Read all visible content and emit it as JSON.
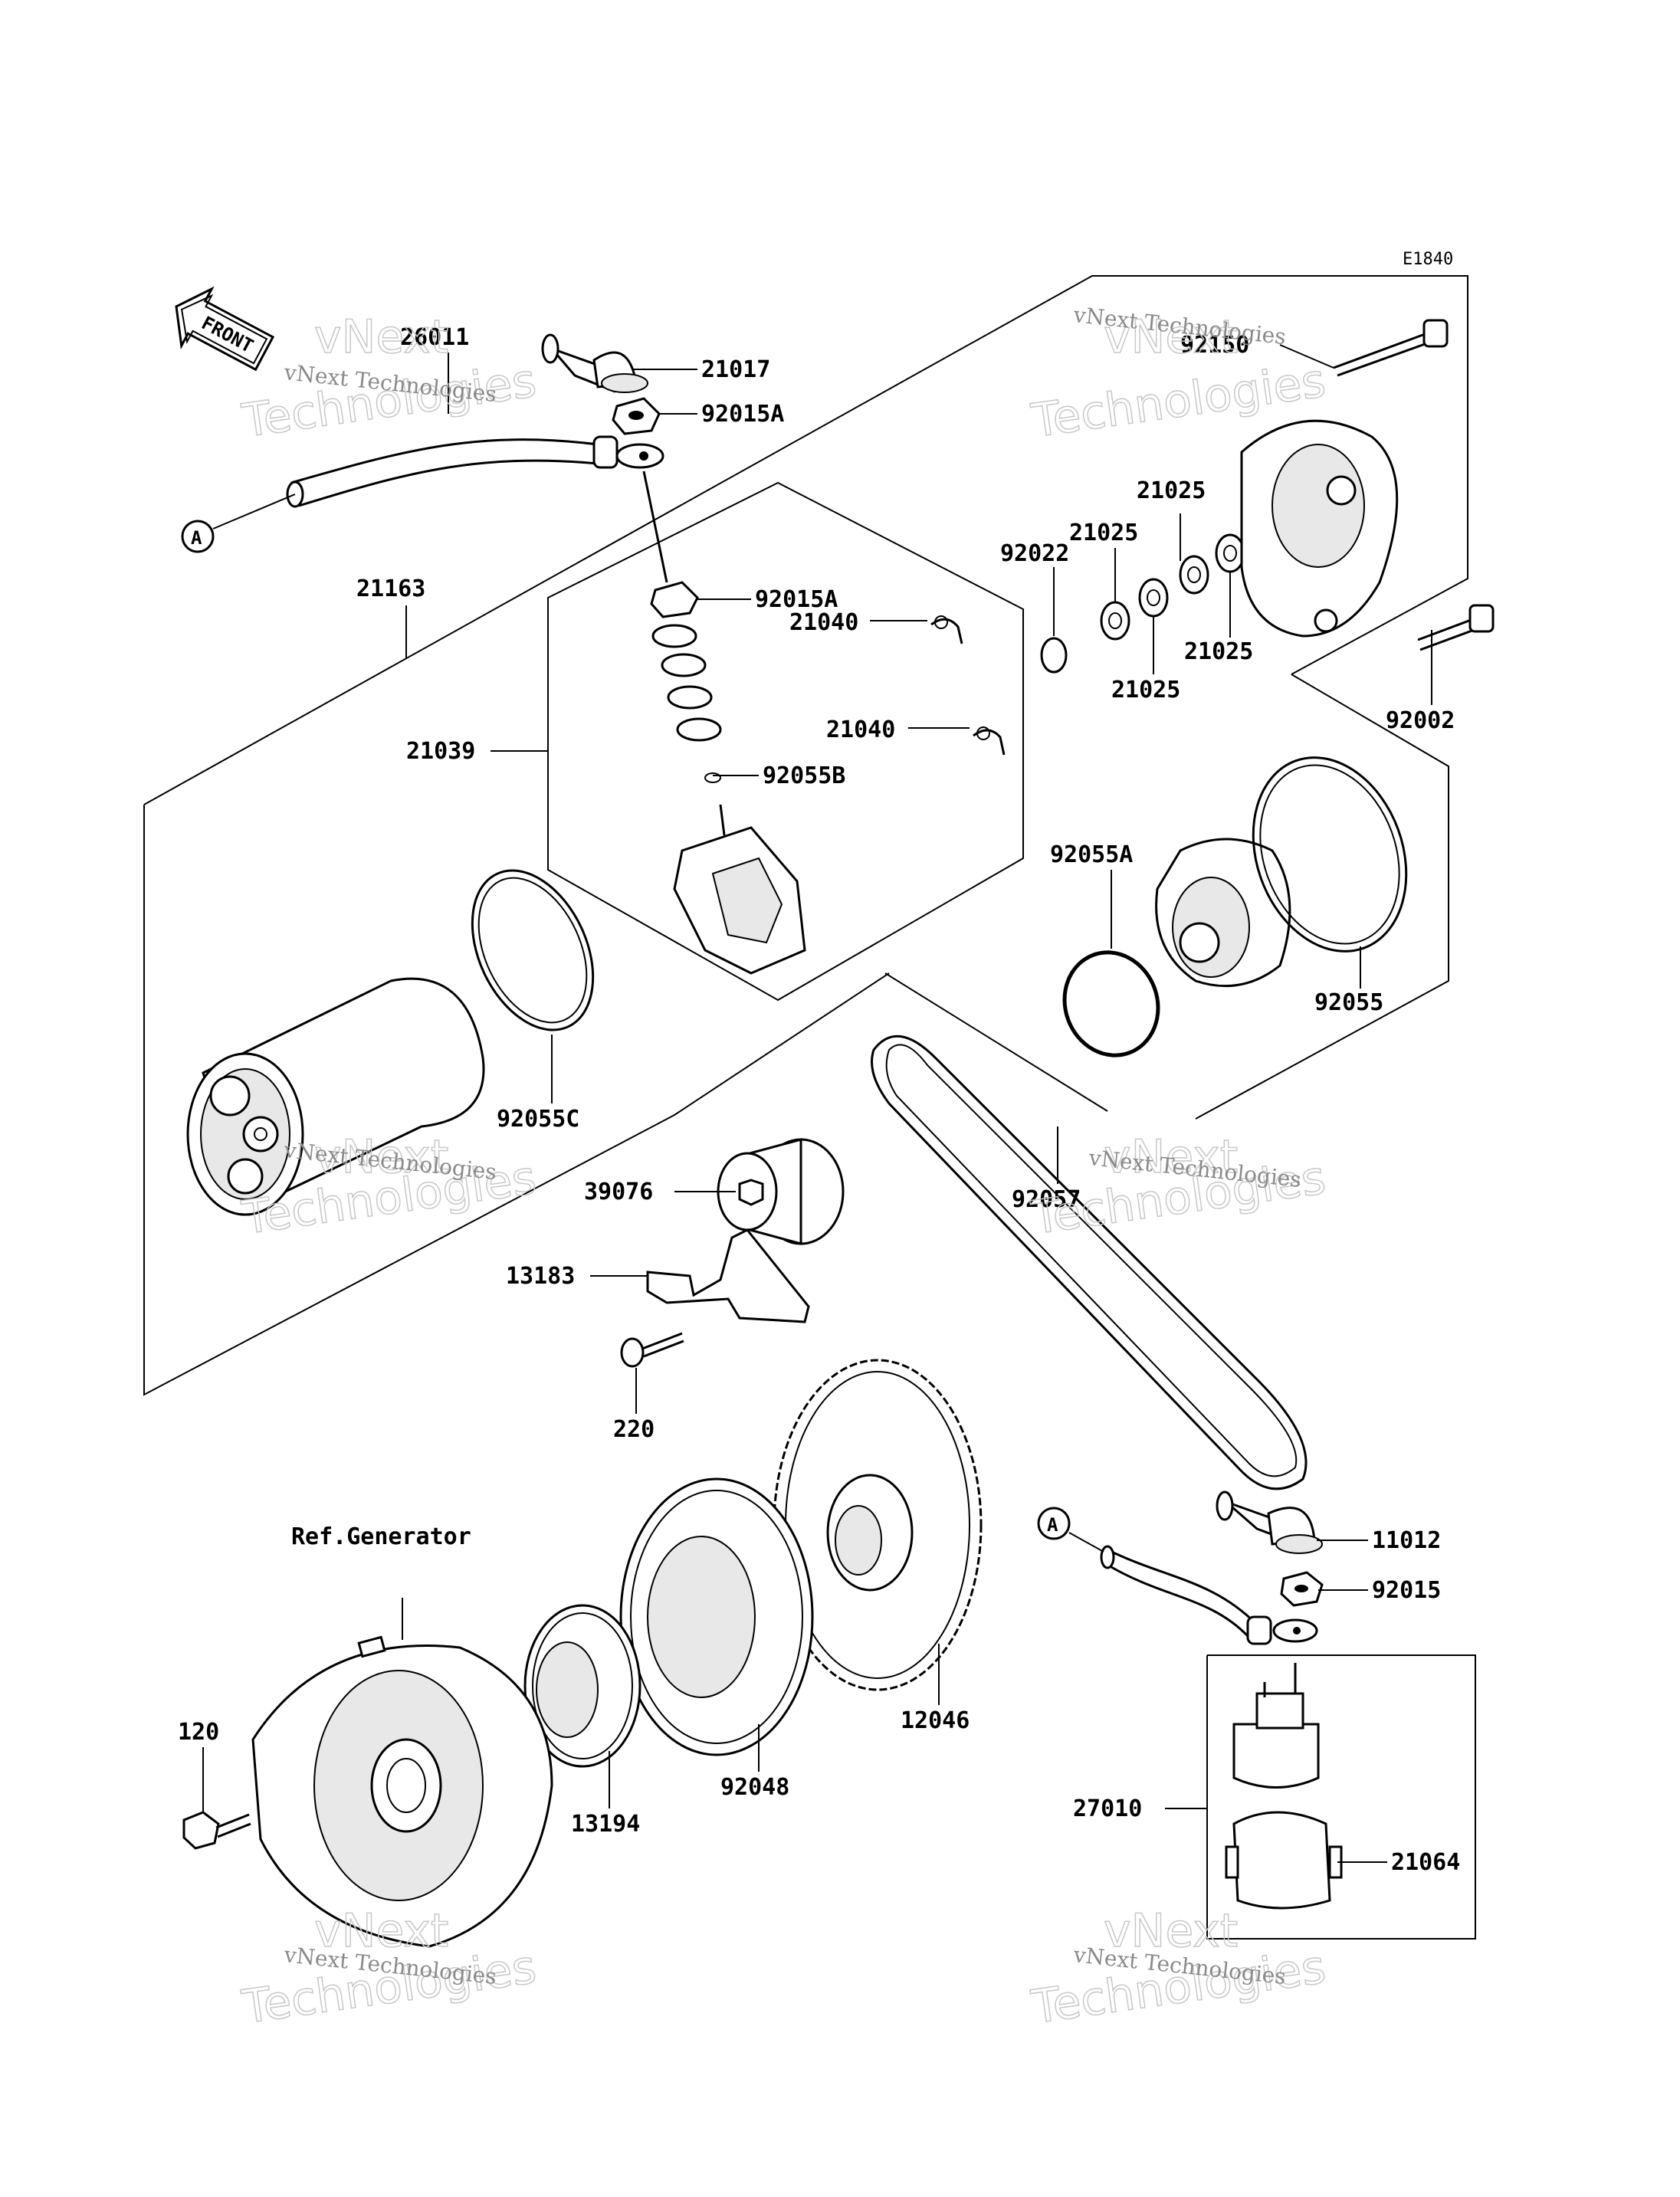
{
  "diagram_code": "E1840",
  "front_label": "FRONT",
  "ref_marker": "A",
  "ref_text": "Ref.Generator",
  "watermark": {
    "small": "vNext Technologies",
    "big_top": "vNext",
    "big_bottom": "Technologies"
  },
  "parts": {
    "p26011": "26011",
    "p21017": "21017",
    "p92015A_1": "92015A",
    "p92015A_2": "92015A",
    "p21163": "21163",
    "p21039": "21039",
    "p21040_1": "21040",
    "p21040_2": "21040",
    "p92055B": "92055B",
    "p92150": "92150",
    "p21025_1": "21025",
    "p21025_2": "21025",
    "p21025_3": "21025",
    "p21025_4": "21025",
    "p92022": "92022",
    "p92002": "92002",
    "p92055A": "92055A",
    "p92055": "92055",
    "p92055C": "92055C",
    "p39076": "39076",
    "p92057": "92057",
    "p13183": "13183",
    "p220": "220",
    "p11012": "11012",
    "p92015": "92015",
    "p12046": "12046",
    "p92048": "92048",
    "p13194": "13194",
    "p120": "120",
    "p27010": "27010",
    "p21064": "21064"
  }
}
